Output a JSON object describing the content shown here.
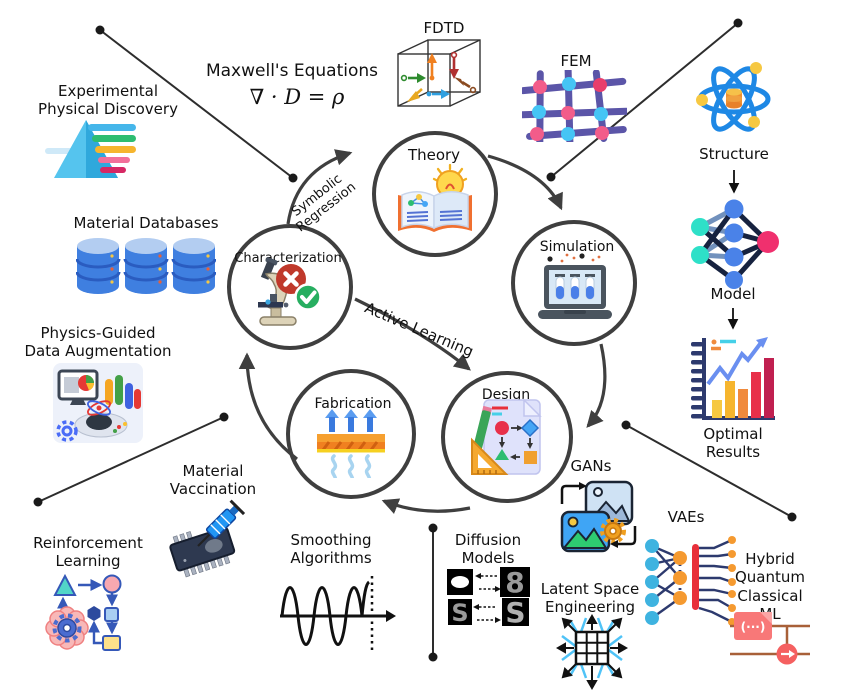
{
  "cycle": {
    "nodes": [
      {
        "label": "Theory"
      },
      {
        "label": "Simulation"
      },
      {
        "label": "Design"
      },
      {
        "label": "Fabrication"
      },
      {
        "label": "Characterization"
      }
    ],
    "edges": {
      "symbolic_regression": "Symbolic\nRegression",
      "active_learning": "Active Learning"
    }
  },
  "labels": {
    "maxwell_title": "Maxwell's Equations",
    "maxwell_formula": "∇ · D = ρ",
    "experimental_physical_discovery": "Experimental\nPhysical Discovery",
    "material_databases": "Material Databases",
    "physics_guided_data_augmentation": "Physics-Guided\nData Augmentation",
    "reinforcement_learning": "Reinforcement\nLearning",
    "material_vaccination": "Material\nVaccination",
    "smoothing_algorithms": "Smoothing\nAlgorithms",
    "fdtd": "FDTD",
    "fem": "FEM",
    "structure": "Structure",
    "model": "Model",
    "optimal_results": "Optimal\nResults",
    "gans": "GANs",
    "vaes": "VAEs",
    "diffusion_models": "Diffusion\nModels",
    "latent_space_engineering": "Latent Space\nEngineering",
    "hybrid_quantum_classical_ml": "Hybrid\nQuantum\nClassical ML",
    "quantum_gate_text": "(···)",
    "diffusion_sample_letter": "S",
    "diffusion_noisy_letter": "S"
  },
  "colors": {
    "outline": "#3f3f3f",
    "leader_line": "#2d2d2d",
    "accent_blue": "#2196f3",
    "accent_orange": "#f5a623",
    "accent_pink": "#f0306e",
    "accent_teal": "#2ee0c8",
    "accent_red": "#e8303a",
    "accent_green": "#2dbd71",
    "accent_purple": "#5b55a8",
    "db_blue": "#3f7fe0",
    "quantum_wire_brown": "#a86038"
  },
  "icons": [
    "prism-spectrum-icon",
    "database-stack-icon",
    "data-augmentation-icon",
    "reinforcement-flowchart-icon",
    "chip-syringe-icon",
    "sine-wave-icon",
    "fdtd-cube-icon",
    "fem-mesh-icon",
    "atom-icon",
    "neural-network-icon",
    "results-chart-icon",
    "gan-images-icon",
    "vae-network-icon",
    "diffusion-squares-icon",
    "latent-grid-icon",
    "quantum-circuit-icon",
    "book-bulb-icon",
    "laptop-testtubes-icon",
    "design-document-icon",
    "fabrication-plate-icon",
    "microscope-check-icon"
  ]
}
